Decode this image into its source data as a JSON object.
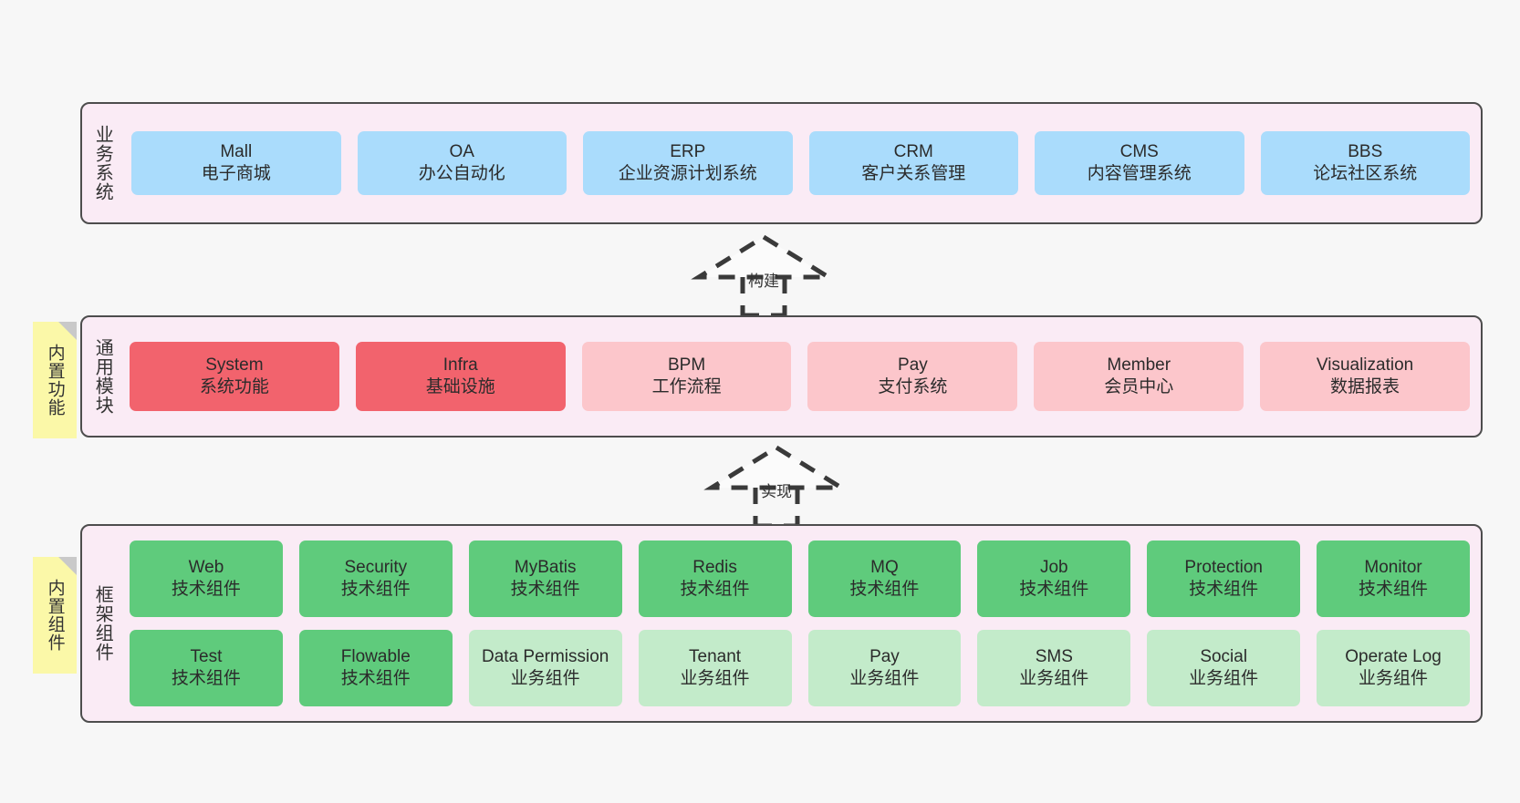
{
  "diagram": {
    "title": "",
    "background": "#f7f7f7",
    "palette": {
      "container_fill": "#faebf5",
      "container_border": "#4d4d4d",
      "business": "#aadcfc",
      "module_core": "#f2636d",
      "module_plain": "#fcc6cb",
      "component_tech": "#5fcb7c",
      "component_biz": "#c3ebca",
      "note": "#fbf8a8",
      "note_fold": "#c9c9c9"
    }
  },
  "layers": [
    {
      "id": "business",
      "label": "业务系统",
      "note": null,
      "rows": [
        {
          "cells": [
            {
              "t1": "Mall",
              "t2": "电子商城",
              "style": "c-blue"
            },
            {
              "t1": "OA",
              "t2": "办公自动化",
              "style": "c-blue"
            },
            {
              "t1": "ERP",
              "t2": "企业资源计划系统",
              "style": "c-blue"
            },
            {
              "t1": "CRM",
              "t2": "客户关系管理",
              "style": "c-blue"
            },
            {
              "t1": "CMS",
              "t2": "内容管理系统",
              "style": "c-blue"
            },
            {
              "t1": "BBS",
              "t2": "论坛社区系统",
              "style": "c-blue"
            }
          ]
        }
      ]
    },
    {
      "id": "common",
      "label": "通用模块",
      "note": "内置功能",
      "rows": [
        {
          "cells": [
            {
              "t1": "System",
              "t2": "系统功能",
              "style": "c-red"
            },
            {
              "t1": "Infra",
              "t2": "基础设施",
              "style": "c-red"
            },
            {
              "t1": "BPM",
              "t2": "工作流程",
              "style": "c-pink"
            },
            {
              "t1": "Pay",
              "t2": "支付系统",
              "style": "c-pink"
            },
            {
              "t1": "Member",
              "t2": "会员中心",
              "style": "c-pink"
            },
            {
              "t1": "Visualization",
              "t2": "数据报表",
              "style": "c-pink"
            }
          ]
        }
      ]
    },
    {
      "id": "framework",
      "label": "框架组件",
      "note": "内置组件",
      "rows": [
        {
          "cells": [
            {
              "t1": "Web",
              "t2": "技术组件",
              "style": "c-green"
            },
            {
              "t1": "Security",
              "t2": "技术组件",
              "style": "c-green"
            },
            {
              "t1": "MyBatis",
              "t2": "技术组件",
              "style": "c-green"
            },
            {
              "t1": "Redis",
              "t2": "技术组件",
              "style": "c-green"
            },
            {
              "t1": "MQ",
              "t2": "技术组件",
              "style": "c-green"
            },
            {
              "t1": "Job",
              "t2": "技术组件",
              "style": "c-green"
            },
            {
              "t1": "Protection",
              "t2": "技术组件",
              "style": "c-green"
            },
            {
              "t1": "Monitor",
              "t2": "技术组件",
              "style": "c-green"
            }
          ]
        },
        {
          "cells": [
            {
              "t1": "Test",
              "t2": "技术组件",
              "style": "c-green"
            },
            {
              "t1": "Flowable",
              "t2": "技术组件",
              "style": "c-green"
            },
            {
              "t1": "Data Permission",
              "t2": "业务组件",
              "style": "c-lgreen",
              "wrap": true
            },
            {
              "t1": "Tenant",
              "t2": "业务组件",
              "style": "c-lgreen"
            },
            {
              "t1": "Pay",
              "t2": "业务组件",
              "style": "c-lgreen"
            },
            {
              "t1": "SMS",
              "t2": "业务组件",
              "style": "c-lgreen"
            },
            {
              "t1": "Social",
              "t2": "业务组件",
              "style": "c-lgreen"
            },
            {
              "t1": "Operate Log",
              "t2": "业务组件",
              "style": "c-lgreen"
            }
          ]
        }
      ]
    }
  ],
  "arrows": [
    {
      "id": "build",
      "label": "构建",
      "from": "common",
      "to": "business"
    },
    {
      "id": "impl",
      "label": "实现",
      "from": "framework",
      "to": "common"
    }
  ]
}
